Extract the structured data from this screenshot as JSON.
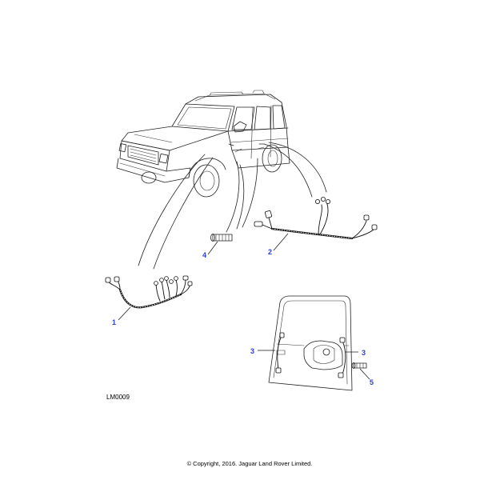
{
  "diagram": {
    "callouts": {
      "harness_main": "1",
      "harness_sill": "2",
      "door_left": "3",
      "door_right": "3",
      "grommet_upper": "4",
      "grommet_lower": "5"
    },
    "reference_code": "LM0009",
    "copyright": "© Copyright, 2016. Jaguar Land Rover Limited."
  }
}
